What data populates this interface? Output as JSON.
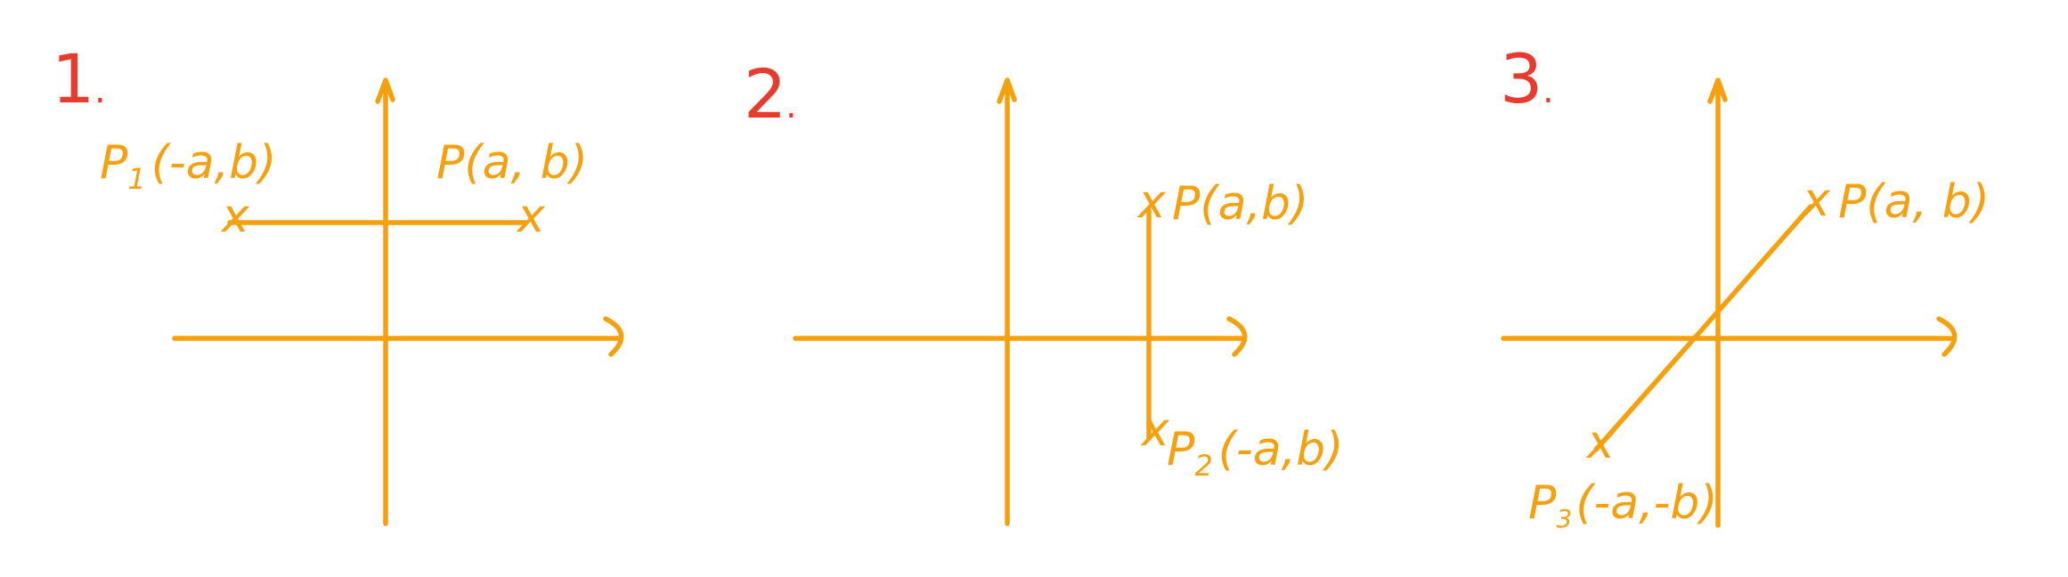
{
  "colors": {
    "ink": "#f5a00e",
    "number": "#e63b2e"
  },
  "panels": [
    {
      "number": "1",
      "number_suffix": ".",
      "labels": [
        {
          "prefix": "P",
          "sub": "1",
          "coords": "(-a,b)"
        },
        {
          "prefix": "P",
          "sub": "",
          "coords": "(a, b)"
        }
      ]
    },
    {
      "number": "2",
      "number_suffix": ".",
      "labels": [
        {
          "prefix": "P",
          "sub": "",
          "coords": "(a,b)"
        },
        {
          "prefix": "P",
          "sub": "2",
          "coords": "(-a,b)"
        }
      ]
    },
    {
      "number": "3",
      "number_suffix": ".",
      "labels": [
        {
          "prefix": "P",
          "sub": "",
          "coords": "(a, b)"
        },
        {
          "prefix": "P",
          "sub": "3",
          "coords": "(-a,-b)"
        }
      ]
    }
  ],
  "point_marker": "x"
}
